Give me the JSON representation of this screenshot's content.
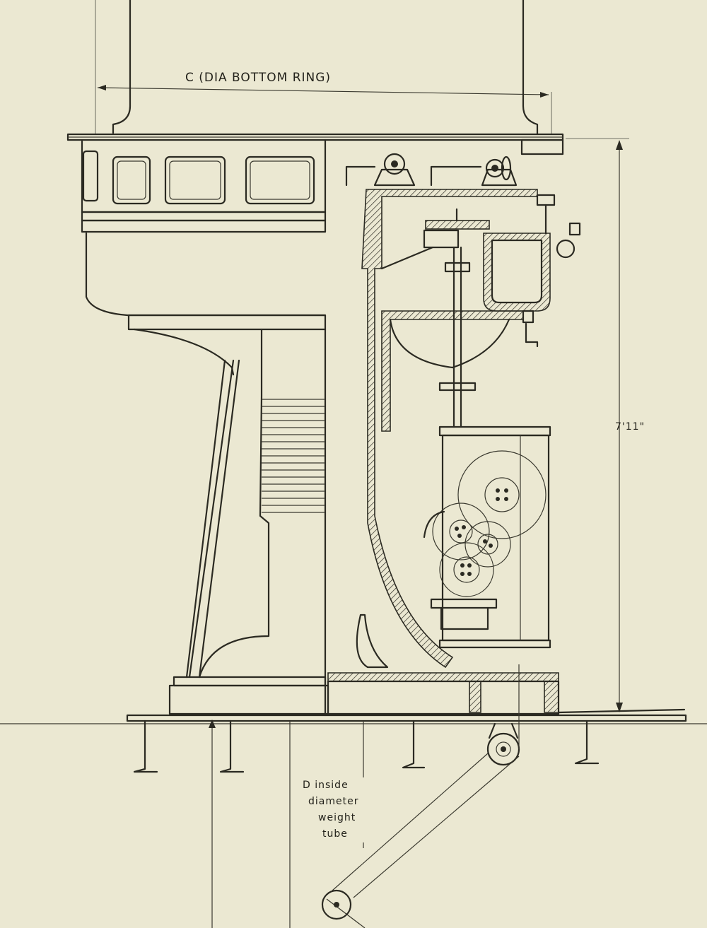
{
  "labels": {
    "dia_bottom_ring": "C (DIA BOTTOM RING)",
    "height": "7'11\"",
    "weight_tube": [
      "D inside",
      "diameter",
      "weight",
      "tube"
    ]
  }
}
